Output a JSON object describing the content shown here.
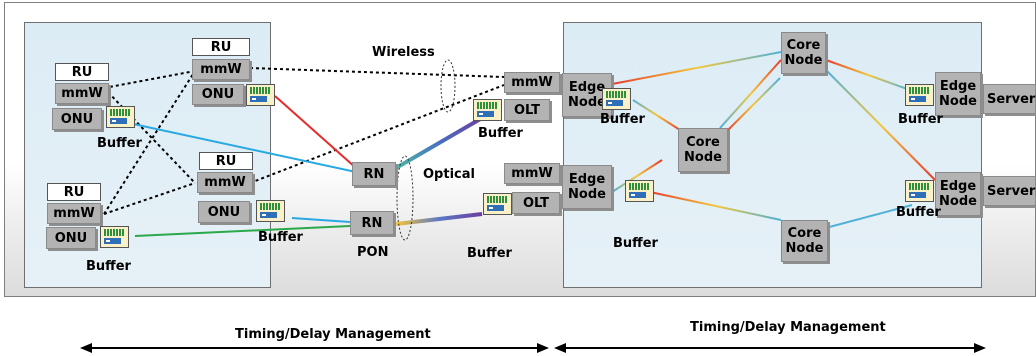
{
  "labels": {
    "ru": "RU",
    "mmw": "mmW",
    "onu": "ONU",
    "olt": "OLT",
    "rn": "RN",
    "buffer": "Buffer",
    "wireless": "Wireless",
    "optical": "Optical",
    "pon": "PON",
    "core_node": "Core Node",
    "edge_node": "Edge Node",
    "server": "Server",
    "timing_left": "Timing/Delay Management",
    "timing_right": "Timing/Delay Management"
  }
}
